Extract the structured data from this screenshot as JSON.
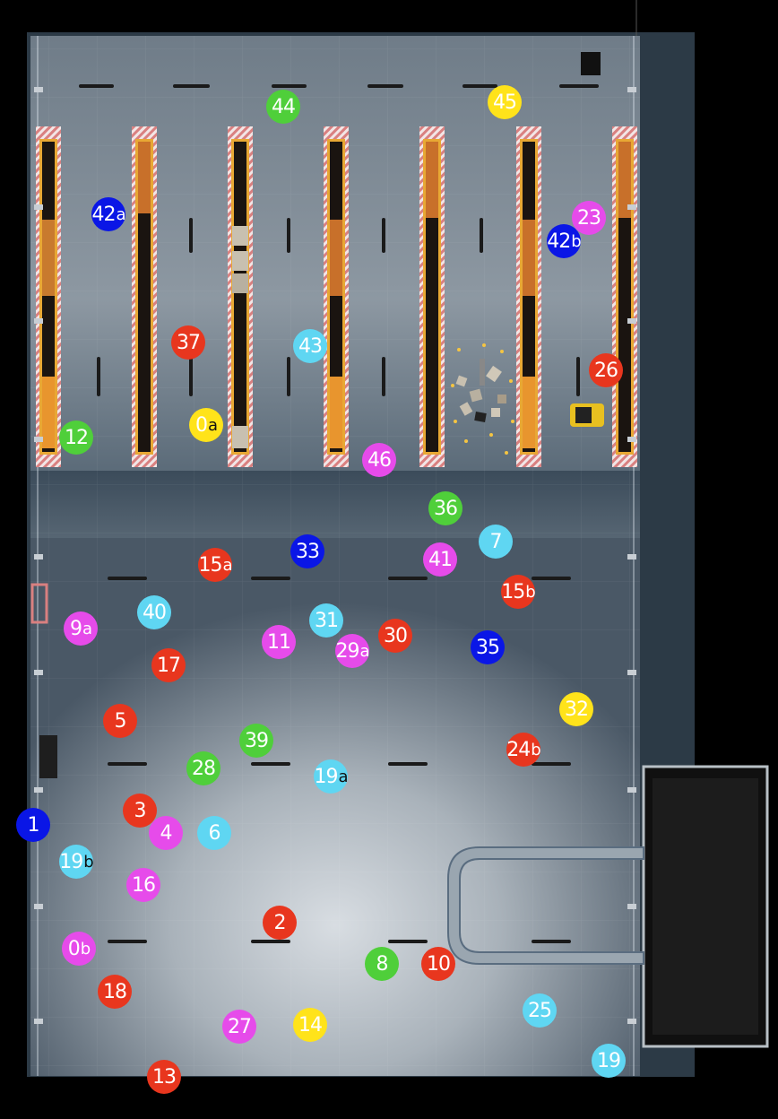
{
  "colors": {
    "red": "#e8361e",
    "blue": "#0a16e6",
    "green": "#4fcf3a",
    "yellow": "#ffe31a",
    "cyan": "#5fd6f2",
    "magenta": "#e64bea"
  },
  "markers": [
    {
      "label": "44",
      "suffix": "",
      "color": "green"
    },
    {
      "label": "45",
      "suffix": "",
      "color": "yellow"
    },
    {
      "label": "42",
      "suffix": "a",
      "color": "blue"
    },
    {
      "label": "23",
      "suffix": "",
      "color": "magenta"
    },
    {
      "label": "42",
      "suffix": "b",
      "color": "blue"
    },
    {
      "label": "37",
      "suffix": "",
      "color": "red"
    },
    {
      "label": "43",
      "suffix": "",
      "color": "cyan"
    },
    {
      "label": "26",
      "suffix": "",
      "color": "red"
    },
    {
      "label": "0",
      "suffix": "a",
      "color": "yellow"
    },
    {
      "label": "12",
      "suffix": "",
      "color": "green"
    },
    {
      "label": "46",
      "suffix": "",
      "color": "magenta"
    },
    {
      "label": "36",
      "suffix": "",
      "color": "green"
    },
    {
      "label": "7",
      "suffix": "",
      "color": "cyan"
    },
    {
      "label": "33",
      "suffix": "",
      "color": "blue"
    },
    {
      "label": "15",
      "suffix": "a",
      "color": "red"
    },
    {
      "label": "41",
      "suffix": "",
      "color": "magenta"
    },
    {
      "label": "15",
      "suffix": "b",
      "color": "red"
    },
    {
      "label": "40",
      "suffix": "",
      "color": "cyan"
    },
    {
      "label": "9",
      "suffix": "a",
      "color": "magenta"
    },
    {
      "label": "31",
      "suffix": "",
      "color": "cyan"
    },
    {
      "label": "11",
      "suffix": "",
      "color": "magenta"
    },
    {
      "label": "30",
      "suffix": "",
      "color": "red"
    },
    {
      "label": "29",
      "suffix": "a",
      "color": "magenta"
    },
    {
      "label": "35",
      "suffix": "",
      "color": "blue"
    },
    {
      "label": "17",
      "suffix": "",
      "color": "red"
    },
    {
      "label": "32",
      "suffix": "",
      "color": "yellow"
    },
    {
      "label": "5",
      "suffix": "",
      "color": "red"
    },
    {
      "label": "39",
      "suffix": "",
      "color": "green"
    },
    {
      "label": "24",
      "suffix": "b",
      "color": "red"
    },
    {
      "label": "28",
      "suffix": "",
      "color": "green"
    },
    {
      "label": "19",
      "suffix": "a",
      "color": "cyan"
    },
    {
      "label": "1",
      "suffix": "",
      "color": "blue"
    },
    {
      "label": "3",
      "suffix": "",
      "color": "red"
    },
    {
      "label": "4",
      "suffix": "",
      "color": "magenta"
    },
    {
      "label": "6",
      "suffix": "",
      "color": "cyan"
    },
    {
      "label": "19",
      "suffix": "b",
      "color": "cyan"
    },
    {
      "label": "16",
      "suffix": "",
      "color": "magenta"
    },
    {
      "label": "2",
      "suffix": "",
      "color": "red"
    },
    {
      "label": "0",
      "suffix": "b",
      "color": "magenta"
    },
    {
      "label": "8",
      "suffix": "",
      "color": "green"
    },
    {
      "label": "10",
      "suffix": "",
      "color": "red"
    },
    {
      "label": "18",
      "suffix": "",
      "color": "red"
    },
    {
      "label": "25",
      "suffix": "",
      "color": "cyan"
    },
    {
      "label": "27",
      "suffix": "",
      "color": "magenta"
    },
    {
      "label": "14",
      "suffix": "",
      "color": "yellow"
    },
    {
      "label": "19",
      "suffix": "",
      "color": "cyan"
    },
    {
      "label": "13",
      "suffix": "",
      "color": "red"
    }
  ]
}
